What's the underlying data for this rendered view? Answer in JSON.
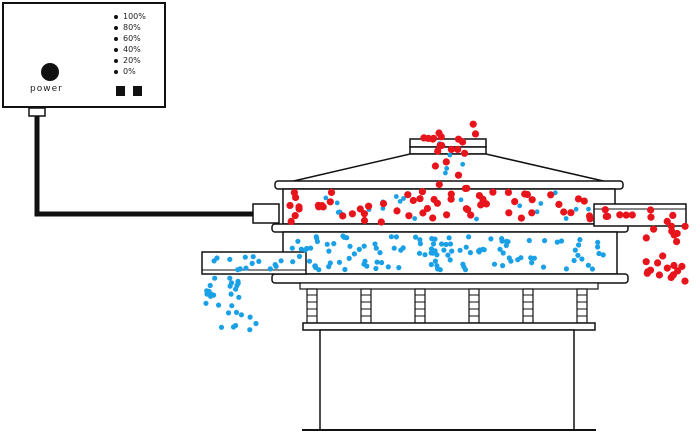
{
  "control_panel": {
    "power_label": "power",
    "levels": [
      "100%",
      "80%",
      "60%",
      "40%",
      "20%",
      "0%"
    ]
  },
  "colors": {
    "coarse_particles": "#e8141c",
    "fine_particles": "#1aa0e6",
    "outline": "#111111"
  },
  "particle_groups": [
    "coarse",
    "fine"
  ]
}
